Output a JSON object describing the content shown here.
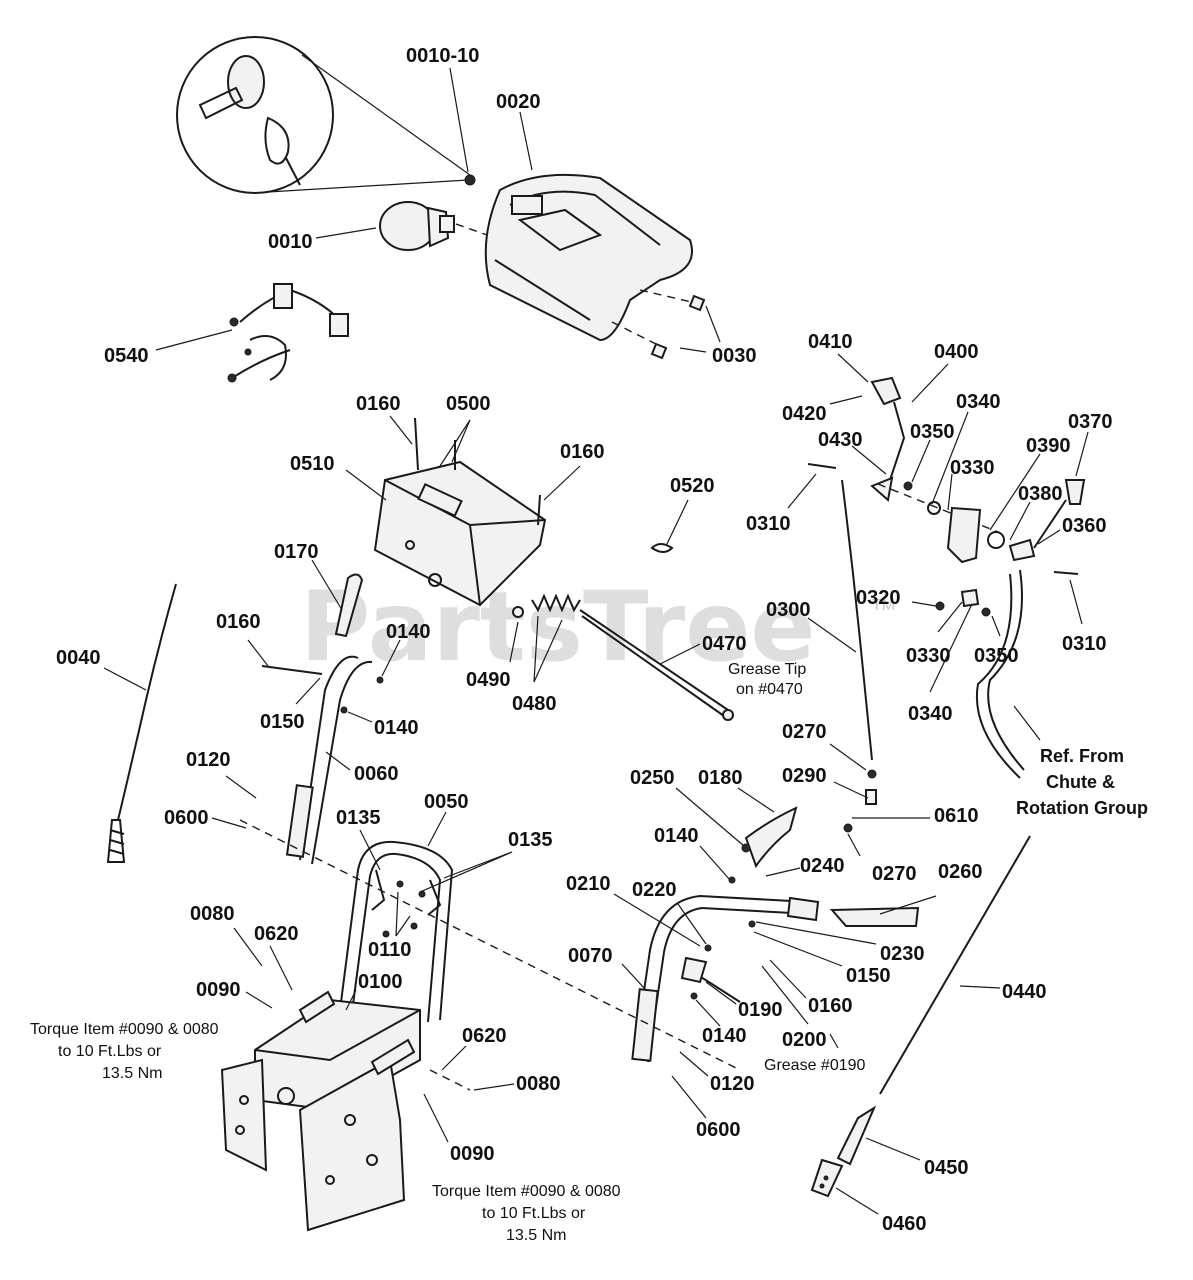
{
  "watermark": "PartsTree",
  "watermark_mark": "TM",
  "callouts": {
    "c0010_10": "0010-10",
    "c0020": "0020",
    "c0010": "0010",
    "c0540": "0540",
    "c0030": "0030",
    "c0410": "0410",
    "c0400": "0400",
    "c0420": "0420",
    "c0340a": "0340",
    "c0370": "0370",
    "c0430": "0430",
    "c0350a": "0350",
    "c0390": "0390",
    "c0330a": "0330",
    "c0380": "0380",
    "c0360": "0360",
    "c0310a": "0310",
    "c0320": "0320",
    "c0310b": "0310",
    "c0330b": "0330",
    "c0350b": "0350",
    "c0340b": "0340",
    "c0160a": "0160",
    "c0500": "0500",
    "c0510": "0510",
    "c0160b": "0160",
    "c0520": "0520",
    "c0170": "0170",
    "c0300": "0300",
    "c0160c": "0160",
    "c0140a": "0140",
    "c0040": "0040",
    "c0470": "0470",
    "c0490": "0490",
    "c0480": "0480",
    "c0150a": "0150",
    "c0140b": "0140",
    "c0060": "0060",
    "c0270a": "0270",
    "c0120a": "0120",
    "c0290": "0290",
    "c0250": "0250",
    "c0180": "0180",
    "c0610": "0610",
    "c0050": "0050",
    "c0600a": "0600",
    "c0135a": "0135",
    "c0135b": "0135",
    "c0140c": "0140",
    "c0240": "0240",
    "c0270b": "0270",
    "c0260": "0260",
    "c0210": "0210",
    "c0220": "0220",
    "c0080a": "0080",
    "c0110": "0110",
    "c0230": "0230",
    "c0620a": "0620",
    "c0070": "0070",
    "c0150b": "0150",
    "c0090a": "0090",
    "c0100": "0100",
    "c0160d": "0160",
    "c0440": "0440",
    "c0190": "0190",
    "c0140d": "0140",
    "c0200": "0200",
    "c0620b": "0620",
    "c0080b": "0080",
    "c0120b": "0120",
    "c0600b": "0600",
    "c0090b": "0090",
    "c0450": "0450",
    "c0460": "0460"
  },
  "notes": {
    "grease_tip_1": "Grease Tip",
    "grease_tip_2": "on #0470",
    "grease_0190": "Grease #0190",
    "torque_left_1": "Torque Item #0090 & 0080",
    "torque_left_2": "to 10 Ft.Lbs or",
    "torque_left_3": "13.5 Nm",
    "torque_bottom_1": "Torque Item #0090 & 0080",
    "torque_bottom_2": "to 10 Ft.Lbs or",
    "torque_bottom_3": "13.5 Nm",
    "ref_1": "Ref. From",
    "ref_2": "Chute &",
    "ref_3": "Rotation Group"
  }
}
